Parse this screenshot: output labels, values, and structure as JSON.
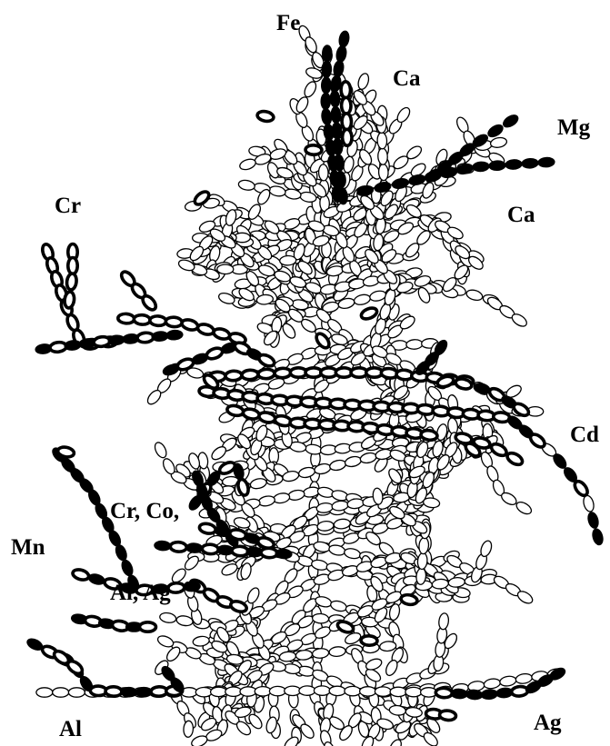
{
  "diagram": {
    "ink_color": "#000000",
    "paper_color": "#ffffff",
    "structure": "branched chain of oval beads (hollow = unbound, filled/thick = metal-bound)",
    "labels": {
      "fe": "Fe",
      "ca_top": "Ca",
      "mg": "Mg",
      "ca_right": "Ca",
      "cr": "Cr",
      "cr_co_al_ag_line1": "Cr, Co,",
      "cr_co_al_ag_line2": "Al, Ag",
      "cd": "Cd",
      "mn": "Mn",
      "al": "Al",
      "ag": "Ag"
    }
  }
}
